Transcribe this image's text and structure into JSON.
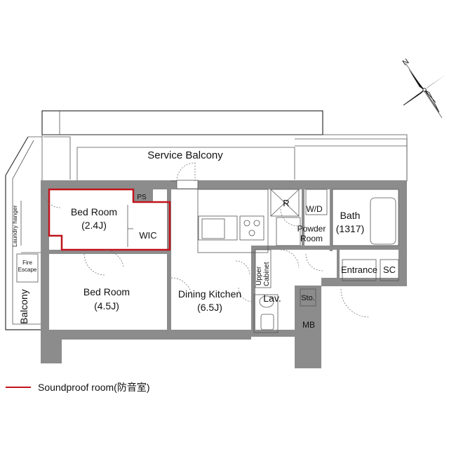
{
  "rooms": {
    "service_balcony": "Service Balcony",
    "bed_room_small": "Bed Room",
    "bed_room_small_size": "(2.4J)",
    "ps": "PS",
    "wic": "WIC",
    "bed_room_large": "Bed Room",
    "bed_room_large_size": "(4.5J)",
    "dining_kitchen": "Dining Kitchen",
    "dining_kitchen_size": "(6.5J)",
    "refrigerator": "R",
    "washer_dryer": "W/D",
    "powder_room_1": "Powder",
    "powder_room_2": "Room",
    "bath": "Bath",
    "bath_size": "(1317)",
    "upper_cabinet_1": "Upper",
    "upper_cabinet_2": "Cabinet",
    "entrance": "Entrance",
    "shoe_closet": "SC",
    "lavatory": "Lav.",
    "storage": "Sto.",
    "meter_box": "MB",
    "laundry_hanger": "Laundry hanger",
    "fire_escape_1": "Fire",
    "fire_escape_2": "Escape",
    "balcony": "Balcony"
  },
  "compass": {
    "north": "N"
  },
  "legend": {
    "label": "Soundproof room(防音室)",
    "color": "#c0141c"
  }
}
